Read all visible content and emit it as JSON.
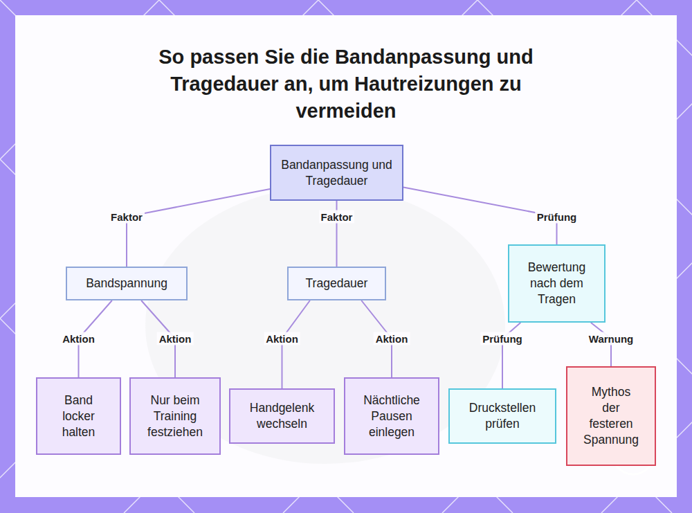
{
  "diagram": {
    "title": "So passen Sie die Bandanpassung und Tragedauer an, um Hautreizungen zu vermeiden",
    "nodes": [
      {
        "text": [
          "Bandanpassung und Tragedauer"
        ]
      },
      {
        "text": [
          "Bandspannung"
        ]
      },
      {
        "text": [
          "Tragedauer"
        ]
      },
      {
        "text": [
          "Bewertung nach dem Tragen"
        ]
      },
      {
        "text": [
          "Band locker halten"
        ]
      },
      {
        "text": [
          "Nur beim Training festziehen"
        ]
      },
      {
        "text": [
          "Handgelenk wechseln"
        ]
      },
      {
        "text": [
          "Nächtliche Pausen einlegen"
        ]
      },
      {
        "text": [
          "Druckstellen prüfen"
        ]
      },
      {
        "text": [
          "Mythos der festeren Spannung"
        ]
      }
    ],
    "edges": [
      {
        "from": 0,
        "to": 1,
        "label": "Faktor",
        "arrow": "none"
      },
      {
        "from": 0,
        "to": 2,
        "label": "Faktor",
        "arrow": "none"
      },
      {
        "from": 0,
        "to": 3,
        "label": "Prüfung",
        "arrow": "none"
      },
      {
        "from": 1,
        "to": 4,
        "label": "Aktion",
        "arrow": "none"
      },
      {
        "from": 1,
        "to": 5,
        "label": "Aktion",
        "arrow": "none"
      },
      {
        "from": 2,
        "to": 6,
        "label": "Aktion",
        "arrow": "none"
      },
      {
        "from": 2,
        "to": 7,
        "label": "Aktion",
        "arrow": "none"
      },
      {
        "from": 3,
        "to": 8,
        "label": "Prüfung",
        "arrow": "none"
      },
      {
        "from": 3,
        "to": 9,
        "label": "Warnung",
        "arrow": "none"
      }
    ]
  }
}
